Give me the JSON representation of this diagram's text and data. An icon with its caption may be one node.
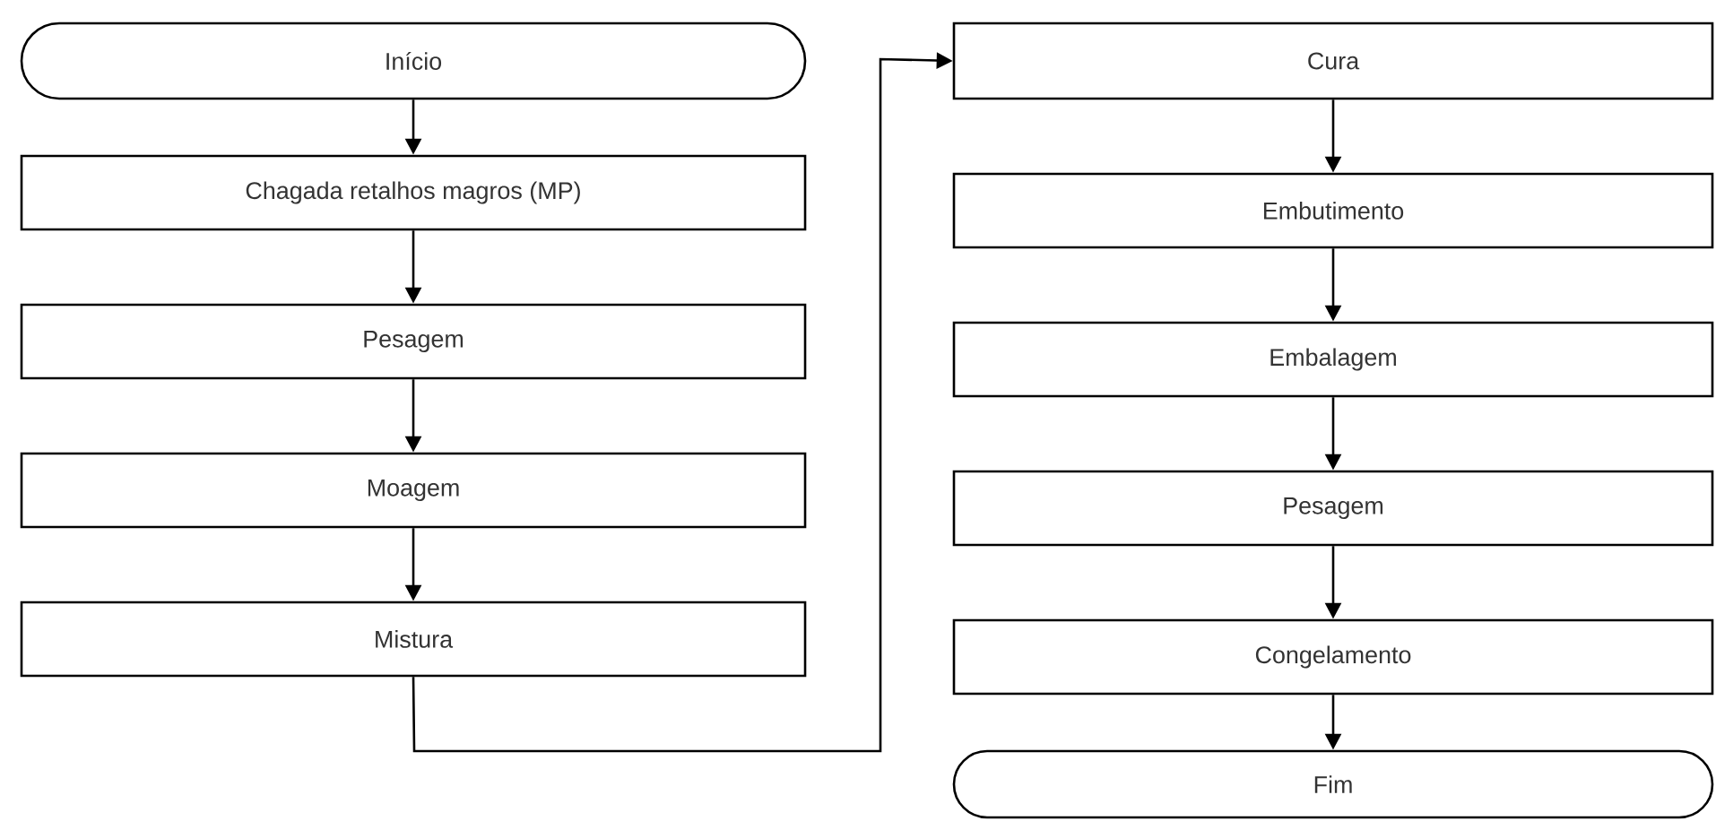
{
  "diagram": {
    "nodes": [
      {
        "text": [
          "Início"
        ]
      },
      {
        "text": [
          "Chagada retalhos magros (MP)"
        ]
      },
      {
        "text": [
          "Pesagem"
        ]
      },
      {
        "text": [
          "Moagem"
        ]
      },
      {
        "text": [
          "Mistura"
        ]
      },
      {
        "text": [
          "Cura"
        ]
      },
      {
        "text": [
          "Embutimento"
        ]
      },
      {
        "text": [
          "Embalagem"
        ]
      },
      {
        "text": [
          "Pesagem"
        ]
      },
      {
        "text": [
          "Congelamento"
        ]
      },
      {
        "text": [
          "Fim"
        ]
      }
    ],
    "edges": [
      {
        "from": 0,
        "to": 1,
        "arrow": "to"
      },
      {
        "from": 1,
        "to": 2,
        "arrow": "to"
      },
      {
        "from": 2,
        "to": 3,
        "arrow": "to"
      },
      {
        "from": 3,
        "to": 4,
        "arrow": "to"
      },
      {
        "from": 4,
        "to": 5,
        "arrow": "to"
      },
      {
        "from": 5,
        "to": 6,
        "arrow": "to"
      },
      {
        "from": 6,
        "to": 7,
        "arrow": "to"
      },
      {
        "from": 7,
        "to": 8,
        "arrow": "to"
      },
      {
        "from": 8,
        "to": 9,
        "arrow": "to"
      },
      {
        "from": 9,
        "to": 10,
        "arrow": "to"
      }
    ]
  }
}
